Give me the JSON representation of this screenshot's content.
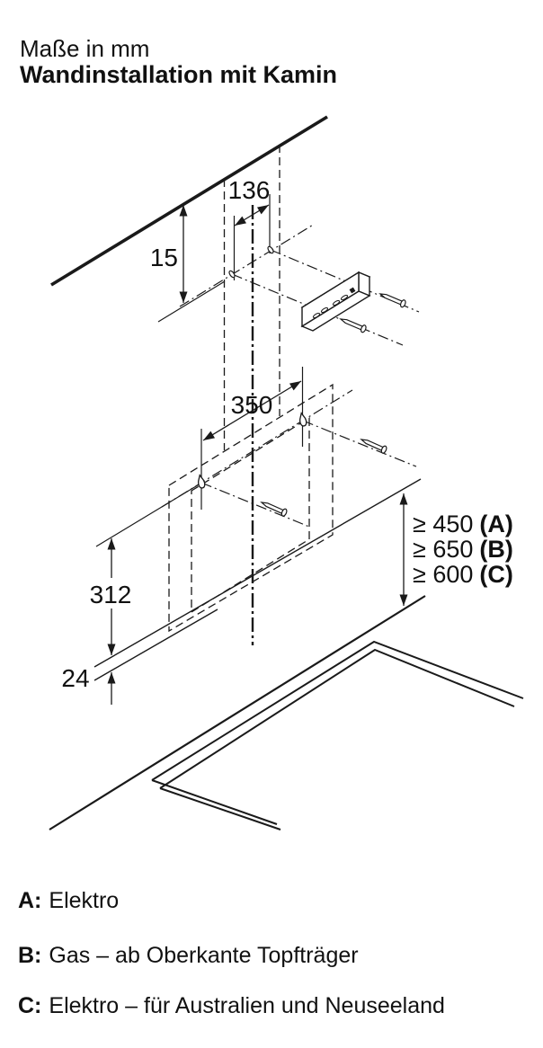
{
  "title": {
    "subtitle": "Maße in mm",
    "heading": "Wandinstallation mit Kamin"
  },
  "dimensions": {
    "bracket_hole_spacing": "136",
    "ceiling_to_bracket_holes": "15",
    "hood_hole_spacing": "350",
    "holes_to_hood_bottom": "312",
    "hood_edge_thickness": "24"
  },
  "clearances": [
    {
      "value": "≥ 450",
      "key": "(A)"
    },
    {
      "value": "≥ 650",
      "key": "(B)"
    },
    {
      "value": "≥ 600",
      "key": "(C)"
    }
  ],
  "legend": [
    {
      "key": "A:",
      "text": "Elektro"
    },
    {
      "key": "B:",
      "text": "Gas – ab Oberkante Topfträger"
    },
    {
      "key": "C:",
      "text": "Elektro – für Australien und Neuseeland"
    }
  ]
}
